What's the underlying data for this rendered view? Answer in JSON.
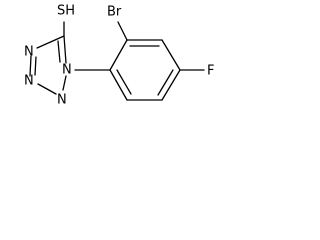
{
  "molecule": {
    "atoms": {
      "sh": "SH",
      "br": "Br",
      "f": "F",
      "n1": "N",
      "n2": "N",
      "n3": "N",
      "n4": "N"
    }
  }
}
